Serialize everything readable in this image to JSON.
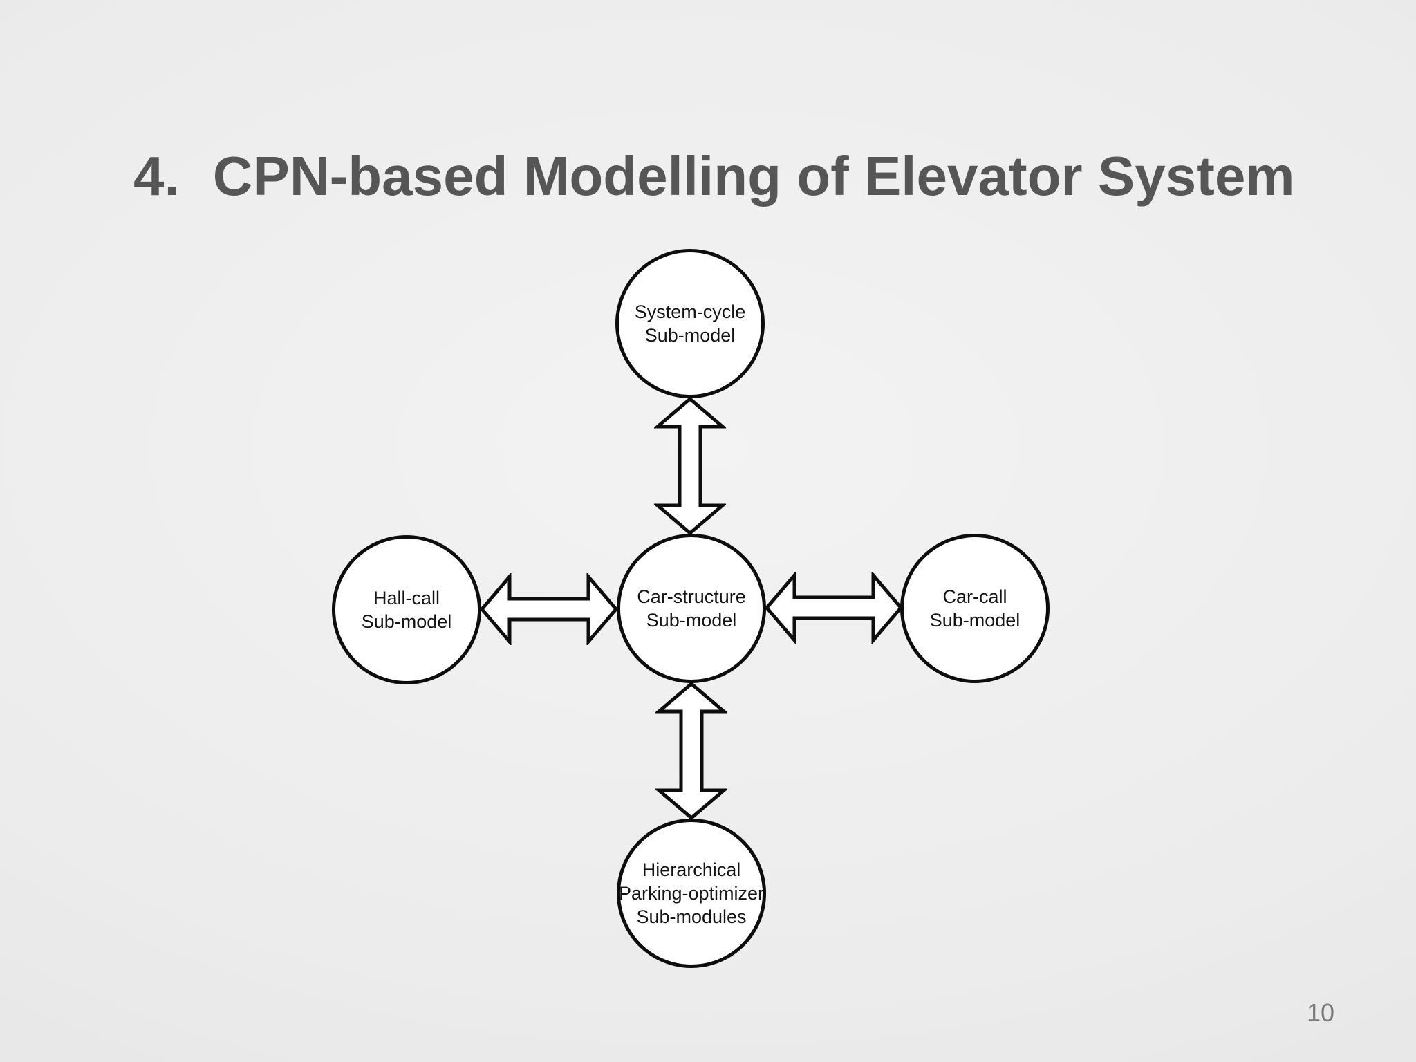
{
  "slide": {
    "title_number": "4.",
    "title_text": "CPN-based Modelling of Elevator System",
    "page_number": "10"
  },
  "diagram": {
    "nodes": {
      "top": {
        "line1": "System-cycle",
        "line2": "Sub-model"
      },
      "left": {
        "line1": "Hall-call",
        "line2": "Sub-model"
      },
      "center": {
        "line1": "Car-structure",
        "line2": "Sub-model"
      },
      "right": {
        "line1": "Car-call",
        "line2": "Sub-model"
      },
      "bottom": {
        "line1": "Hierarchical",
        "line2": "Parking-optimizer",
        "line3": "Sub-modules"
      }
    },
    "connectors": [
      {
        "name": "system-cycle to car-structure",
        "type": "double-arrow",
        "orientation": "vertical"
      },
      {
        "name": "hall-call to car-structure",
        "type": "double-arrow",
        "orientation": "horizontal"
      },
      {
        "name": "car-structure to car-call",
        "type": "double-arrow",
        "orientation": "horizontal"
      },
      {
        "name": "car-structure to hierarchical parking-optimizer",
        "type": "double-arrow",
        "orientation": "vertical"
      }
    ],
    "colors": {
      "node_fill": "#ffffff",
      "node_stroke": "#0d0d0d",
      "node_text": "#141414",
      "title_text": "#565656",
      "page_number_text": "#7b7b7b",
      "background_center": "#f3f3f3",
      "background_edge": "#e0e0e0"
    }
  }
}
